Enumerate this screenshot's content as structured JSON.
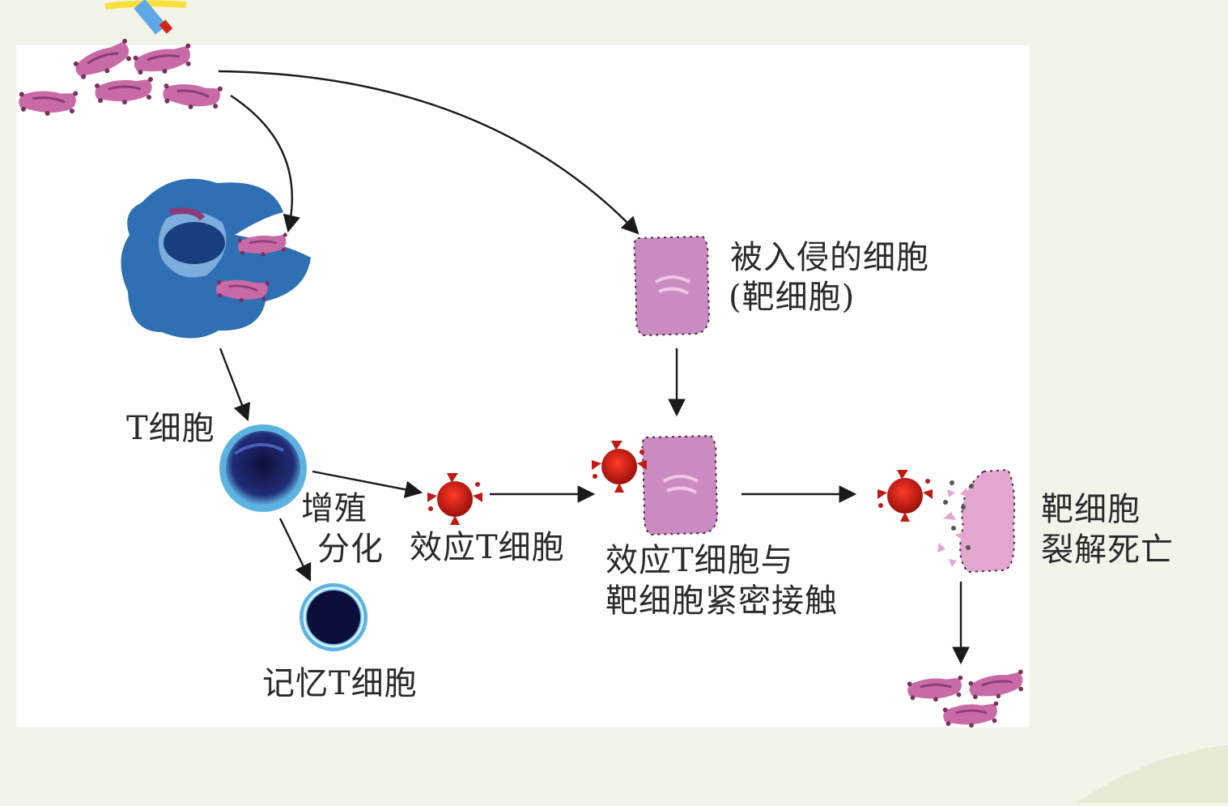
{
  "diagram": {
    "labels": {
      "invaded_cell": "被入侵的细胞",
      "target_cell_paren": "(靶细胞)",
      "t_cell": "T细胞",
      "proliferate": "增殖",
      "differentiate": "分化",
      "effector_t_cell": "效应T细胞",
      "contact_line1": "效应T细胞与",
      "contact_line2": "靶细胞紧密接触",
      "lysis_line1": "靶细胞",
      "lysis_line2": "裂解死亡",
      "memory_t_cell": "记忆T细胞"
    },
    "colors": {
      "pathogen": "#c86aa6",
      "macrophage": "#2f6fb4",
      "t_cell": "#1b1f5c",
      "effector": "#d6241c",
      "target_cell": "#c98bc0",
      "arrow": "#1a1a1a"
    }
  }
}
